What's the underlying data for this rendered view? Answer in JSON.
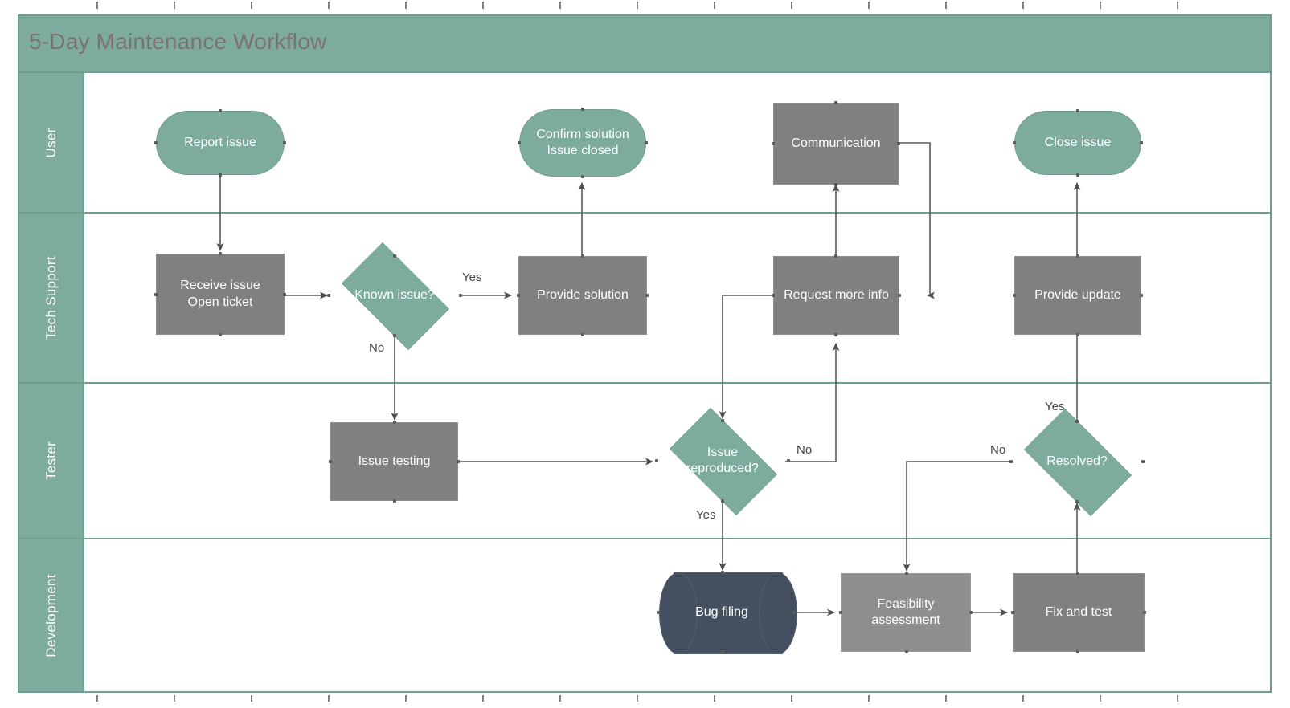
{
  "diagram": {
    "title": "5-Day Maintenance Workflow",
    "type": "swimlane-flowchart",
    "colors": {
      "lane_header": "#7dab9e",
      "lane_border": "#6f9e90",
      "process_gray": "#808080",
      "process_gray_light": "#8e8e8e",
      "accent_teal": "#7dab9e",
      "database_navy": "#44505f",
      "title_text": "#7b7272",
      "connector": "#5a5a5a"
    }
  },
  "lanes": [
    {
      "id": "user",
      "label": "User"
    },
    {
      "id": "tech",
      "label": "Tech Support"
    },
    {
      "id": "tester",
      "label": "Tester"
    },
    {
      "id": "development",
      "label": "Development"
    }
  ],
  "nodes": [
    {
      "id": "report-issue",
      "lane": "user",
      "shape": "rounded",
      "label": "Report issue"
    },
    {
      "id": "confirm-solution",
      "lane": "user",
      "shape": "rounded",
      "label": "Confirm solution\nIssue closed",
      "line1": "Confirm solution",
      "line2": "Issue closed"
    },
    {
      "id": "communication",
      "lane": "user",
      "shape": "rectangle",
      "label": "Communication"
    },
    {
      "id": "close-issue",
      "lane": "user",
      "shape": "rounded",
      "label": "Close issue"
    },
    {
      "id": "receive-issue",
      "lane": "tech",
      "shape": "rectangle",
      "label": "Receive issue\nOpen ticket",
      "line1": "Receive issue",
      "line2": "Open ticket"
    },
    {
      "id": "known-issue",
      "lane": "tech",
      "shape": "diamond",
      "label": "Known issue?"
    },
    {
      "id": "provide-solution",
      "lane": "tech",
      "shape": "rectangle",
      "label": "Provide solution"
    },
    {
      "id": "request-more-info",
      "lane": "tech",
      "shape": "rectangle",
      "label": "Request more info"
    },
    {
      "id": "provide-update",
      "lane": "tech",
      "shape": "rectangle",
      "label": "Provide update"
    },
    {
      "id": "issue-testing",
      "lane": "tester",
      "shape": "rectangle",
      "label": "Issue testing"
    },
    {
      "id": "issue-reproduced",
      "lane": "tester",
      "shape": "diamond",
      "label": "Issue\nreproduced?",
      "line1": "Issue",
      "line2": "reproduced?"
    },
    {
      "id": "resolved",
      "lane": "tester",
      "shape": "diamond",
      "label": "Resolved?"
    },
    {
      "id": "bug-filing",
      "lane": "development",
      "shape": "database",
      "label": "Bug filing"
    },
    {
      "id": "feasibility",
      "lane": "development",
      "shape": "rectangle",
      "label": "Feasibility\nassessment",
      "line1": "Feasibility",
      "line2": "assessment"
    },
    {
      "id": "fix-and-test",
      "lane": "development",
      "shape": "rectangle",
      "label": "Fix and test"
    }
  ],
  "edge_labels": {
    "known_yes": "Yes",
    "known_no": "No",
    "reproduced_yes": "Yes",
    "reproduced_no": "No",
    "resolved_yes": "Yes",
    "resolved_no": "No"
  },
  "edges": [
    {
      "from": "report-issue",
      "to": "receive-issue",
      "label": ""
    },
    {
      "from": "receive-issue",
      "to": "known-issue",
      "label": ""
    },
    {
      "from": "known-issue",
      "to": "provide-solution",
      "label": "Yes"
    },
    {
      "from": "known-issue",
      "to": "issue-testing",
      "label": "No"
    },
    {
      "from": "provide-solution",
      "to": "confirm-solution",
      "label": ""
    },
    {
      "from": "issue-testing",
      "to": "issue-reproduced",
      "label": ""
    },
    {
      "from": "issue-reproduced",
      "to": "request-more-info",
      "label": "No"
    },
    {
      "from": "issue-reproduced",
      "to": "bug-filing",
      "label": "Yes"
    },
    {
      "from": "request-more-info",
      "to": "communication",
      "label": ""
    },
    {
      "from": "communication",
      "to": "request-more-info",
      "label": ""
    },
    {
      "from": "request-more-info",
      "to": "issue-reproduced",
      "label": ""
    },
    {
      "from": "bug-filing",
      "to": "feasibility",
      "label": ""
    },
    {
      "from": "feasibility",
      "to": "fix-and-test",
      "label": ""
    },
    {
      "from": "fix-and-test",
      "to": "resolved",
      "label": ""
    },
    {
      "from": "resolved",
      "to": "provide-update",
      "label": "Yes"
    },
    {
      "from": "resolved",
      "to": "feasibility",
      "label": "No"
    },
    {
      "from": "provide-update",
      "to": "close-issue",
      "label": ""
    }
  ]
}
